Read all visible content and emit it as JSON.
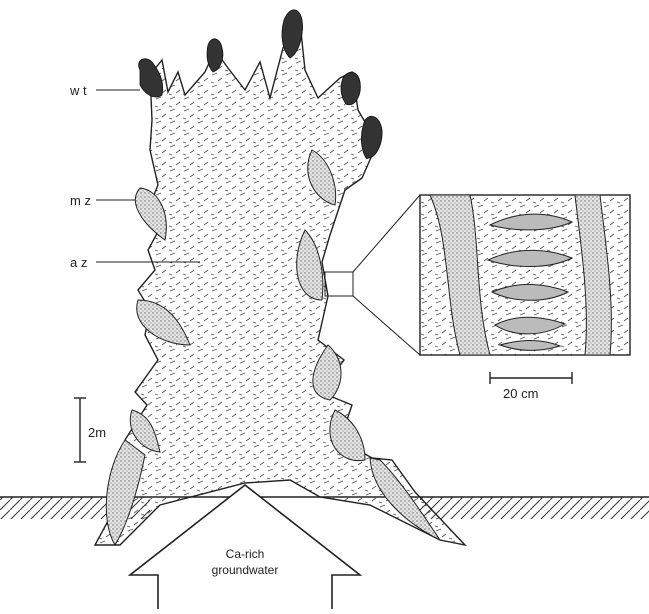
{
  "labels": {
    "wt": "w t",
    "mz": "m z",
    "az": "a z",
    "scale_vertical": "2m",
    "scale_inset": "20 cm",
    "groundwater_line1": "Ca-rich",
    "groundwater_line2": "groundwater"
  },
  "colors": {
    "ink": "#222222",
    "stipple_fill": "#cfcfcf",
    "body_fill": "#ffffff"
  }
}
